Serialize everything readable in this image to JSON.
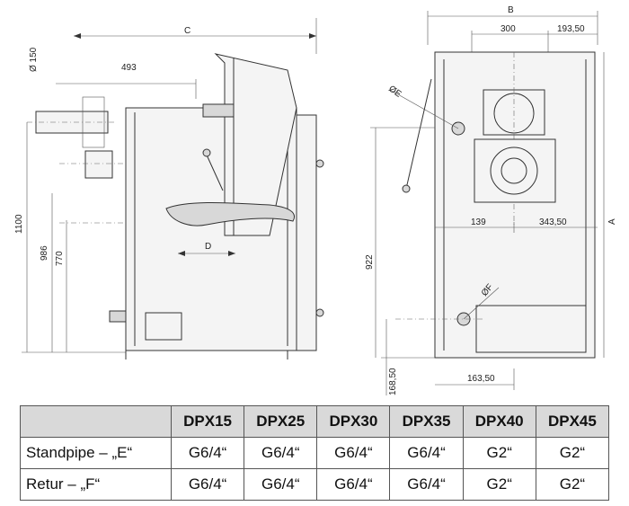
{
  "dimensions": {
    "c": "C",
    "b": "B",
    "a": "A",
    "d": "D",
    "dia_150": "Ø 150",
    "d493": "493",
    "d1100": "1100",
    "d986": "986",
    "d770": "770",
    "d300": "300",
    "d193_50": "193,50",
    "dia_e": "ØE",
    "dia_f": "ØF",
    "d139": "139",
    "d343_50": "343,50",
    "d922": "922",
    "d168_50": "168,50",
    "d163_50": "163,50"
  },
  "table": {
    "headers": [
      "",
      "DPX15",
      "DPX25",
      "DPX30",
      "DPX35",
      "DPX40",
      "DPX45"
    ],
    "rows": [
      {
        "label": "Standpipe – „E“",
        "values": [
          "G6/4“",
          "G6/4“",
          "G6/4“",
          "G6/4“",
          "G2“",
          "G2“"
        ]
      },
      {
        "label": "Retur – „F“",
        "values": [
          "G6/4“",
          "G6/4“",
          "G6/4“",
          "G6/4“",
          "G2“",
          "G2“"
        ]
      }
    ]
  }
}
